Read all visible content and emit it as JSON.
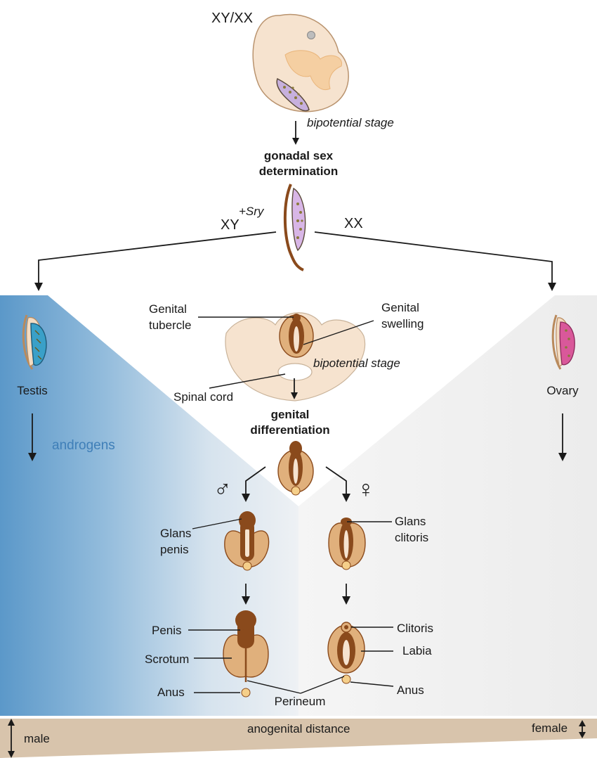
{
  "top": {
    "karyotype": "XY/XX",
    "stage1": "bipotential stage",
    "gonadal_line1": "gonadal sex",
    "gonadal_line2": "determination",
    "xy_label": "XY",
    "sry_label": "+Sry",
    "xx_label": "XX"
  },
  "left": {
    "testis": "Testis",
    "androgens": "androgens"
  },
  "right": {
    "ovary": "Ovary"
  },
  "center": {
    "genital_tubercle_1": "Genital",
    "genital_tubercle_2": "tubercle",
    "genital_swelling_1": "Genital",
    "genital_swelling_2": "swelling",
    "stage2": "bipotential stage",
    "spinal_cord": "Spinal cord",
    "genital_diff_1": "genital",
    "genital_diff_2": "differentiation"
  },
  "male": {
    "symbol": "♂",
    "glans_1": "Glans",
    "glans_2": "penis",
    "penis": "Penis",
    "scrotum": "Scrotum",
    "anus": "Anus"
  },
  "female": {
    "symbol": "♀",
    "glans_1": "Glans",
    "glans_2": "clitoris",
    "clitoris": "Clitoris",
    "labia": "Labia",
    "anus": "Anus"
  },
  "bottom": {
    "perineum": "Perineum",
    "male": "male",
    "female": "female",
    "distance": "anogenital distance"
  },
  "colors": {
    "blue_dark": "#5b98c9",
    "gray_light": "#efefef",
    "skin": "#f3dcc3",
    "tan": "#e0b07c",
    "brown": "#8a4a1c",
    "band": "#d8c4ac"
  }
}
